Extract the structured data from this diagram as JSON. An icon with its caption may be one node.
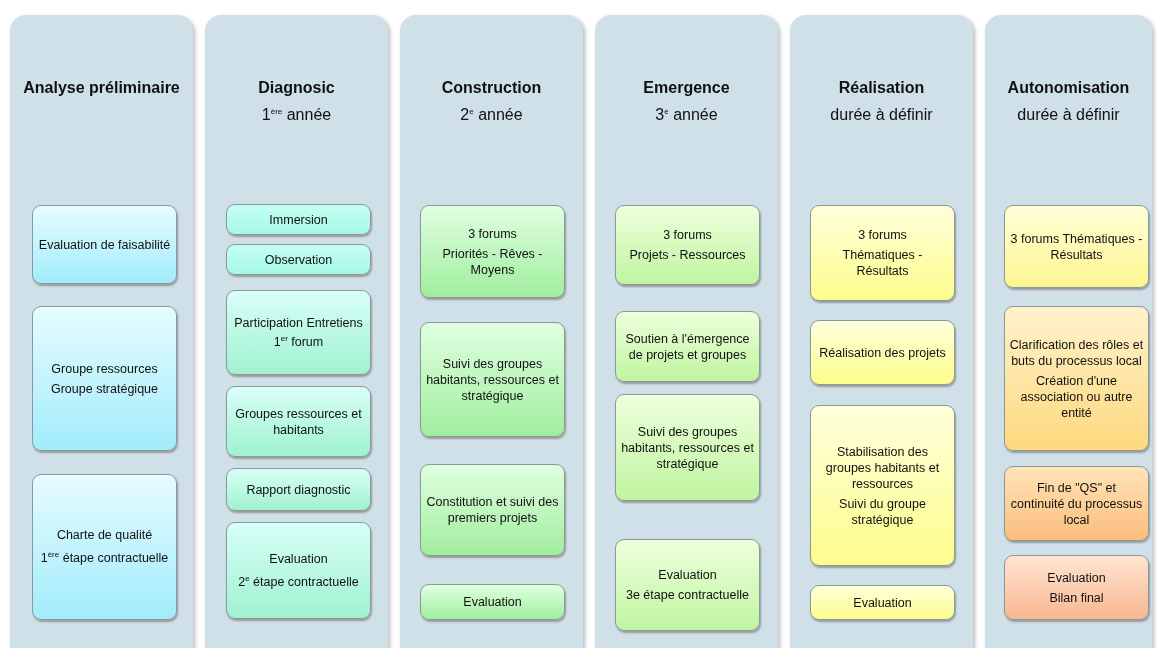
{
  "diagram": {
    "nodes": [
      {
        "text": [
          "Analyse préliminaire"
        ]
      },
      {
        "text": [
          "Evaluation de faisabilité"
        ],
        "in": 0
      },
      {
        "text": [
          "Groupe ressources",
          "Groupe stratégique"
        ],
        "in": 0
      },
      {
        "text": [
          "Charte de qualité",
          "1$^{ère}$ étape contractuelle"
        ],
        "in": 0
      },
      {
        "text": [
          "Diagnosic",
          "1$^{ère}$ année"
        ]
      },
      {
        "text": [
          "Immersion"
        ],
        "in": 4
      },
      {
        "text": [
          "Observation"
        ],
        "in": 4
      },
      {
        "text": [
          "Participation Entretiens 1$^{er}$ forum"
        ],
        "in": 4
      },
      {
        "text": [
          "Groupes ressources et habitants"
        ],
        "in": 4
      },
      {
        "text": [
          "Rapport diagnostic"
        ],
        "in": 4
      },
      {
        "text": [
          "Evaluation",
          "2$^{e}$ étape contractuelle"
        ],
        "in": 4
      },
      {
        "text": [
          "Construction",
          "2$^{e}$ année"
        ]
      },
      {
        "text": [
          "3 forums",
          "Priorités - Rêves - Moyens"
        ],
        "in": 11
      },
      {
        "text": [
          "Suivi des groupes habitants, ressources et stratégique"
        ],
        "in": 11
      },
      {
        "text": [
          "Constitution et suivi des premiers projets"
        ],
        "in": 11
      },
      {
        "text": [
          "Evaluation"
        ],
        "in": 11
      },
      {
        "text": [
          "Emergence",
          "3$^{e}$ année"
        ]
      },
      {
        "text": [
          "3 forums",
          "Projets - Ressources"
        ],
        "in": 16
      },
      {
        "text": [
          "Soutien à l'émergence de projets et groupes"
        ],
        "in": 16
      },
      {
        "text": [
          "Suivi des groupes habitants, ressources et stratégique"
        ],
        "in": 16
      },
      {
        "text": [
          "Evaluation",
          "3e étape contractuelle"
        ],
        "in": 16
      },
      {
        "text": [
          "Réalisation",
          "durée à définir"
        ]
      },
      {
        "text": [
          "3 forums",
          "Thématiques - Résultats"
        ],
        "in": 21
      },
      {
        "text": [
          "Réalisation des projets"
        ],
        "in": 21
      },
      {
        "text": [
          "Stabilisation des groupes habitants et ressources",
          "Suivi du groupe stratégique"
        ],
        "in": 21
      },
      {
        "text": [
          "Evaluation"
        ],
        "in": 21
      },
      {
        "text": [
          "Autonomisation",
          "durée à définir"
        ]
      },
      {
        "text": [
          "3 forums Thématiques - Résultats"
        ],
        "in": 26
      },
      {
        "text": [
          "Clarification des rôles et buts du processus local",
          "Création d'une association ou autre entité"
        ],
        "in": 26
      },
      {
        "text": [
          "Fin de \"QS\" et continuité du processus local"
        ],
        "in": 26
      },
      {
        "text": [
          "Evaluation",
          "Bilan final"
        ],
        "in": 26
      }
    ],
    "edges": []
  }
}
